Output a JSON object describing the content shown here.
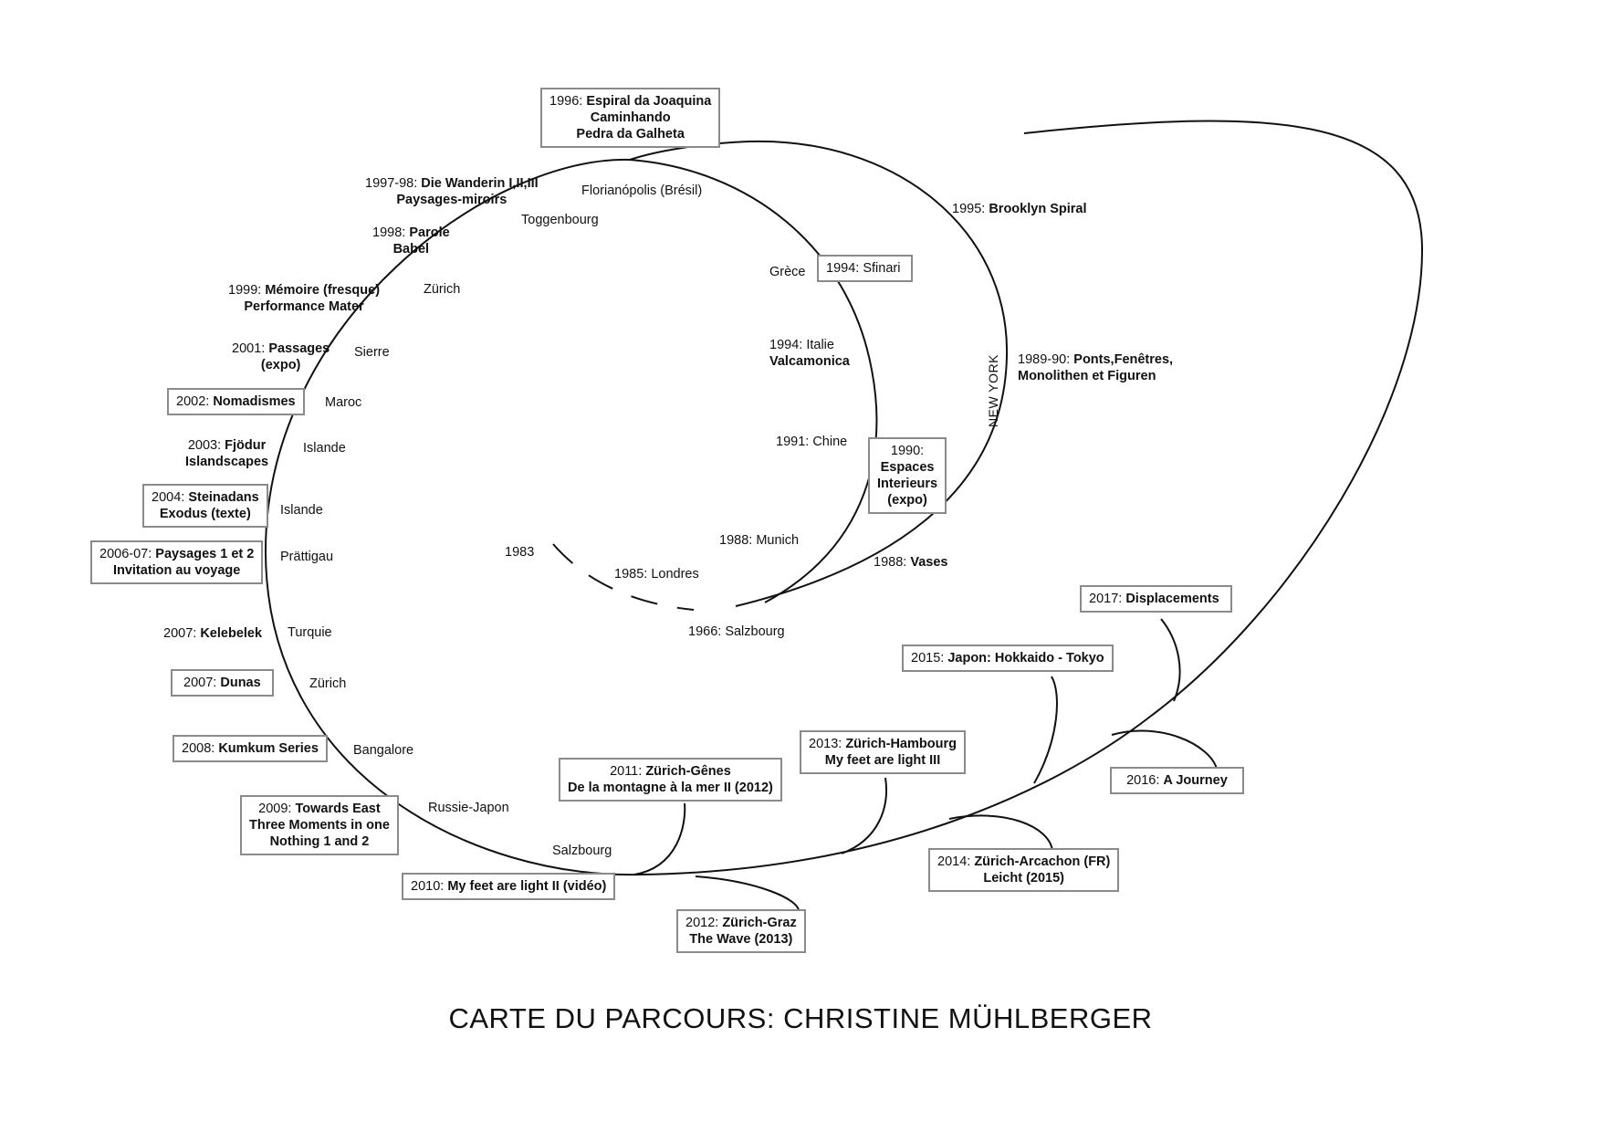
{
  "title": "CARTE DU PARCOURS: CHRISTINE MÜHLBERGER",
  "year_1983": "1983",
  "new_york": "NEW YORK",
  "places": {
    "florianopolis": "Florianópolis (Brésil)",
    "toggenbourg": "Toggenbourg",
    "zurich_1": "Zürich",
    "sierre": "Sierre",
    "maroc": "Maroc",
    "islande_1": "Islande",
    "islande_2": "Islande",
    "prattigau": "Prättigau",
    "turquie": "Turquie",
    "zurich_2": "Zürich",
    "bangalore": "Bangalore",
    "russie_japon": "Russie-Japon",
    "salzbourg_2010": "Salzbourg",
    "grece": "Grèce",
    "londres": "1985: Londres",
    "munich": "1988: Munich",
    "salzbourg_1966": "1966: Salzbourg",
    "chine": "1991: Chine"
  },
  "labels": {
    "l1996": {
      "year": "1996:",
      "t1": "Espiral da Joaquina",
      "t2": "Caminhando",
      "t3": "Pedra da Galheta"
    },
    "l1997": {
      "year": "1997-98:",
      "t1": "Die Wanderin I,II,III",
      "t2": "Paysages-miroirs"
    },
    "l1998": {
      "year": "1998:",
      "t1": "Parole",
      "t2": "Babel"
    },
    "l1999": {
      "year": "1999:",
      "t1": "Mémoire (fresque)",
      "t2": "Performance Mater"
    },
    "l2001": {
      "year": "2001:",
      "t1": "Passages",
      "t2": "(expo)"
    },
    "l2002": {
      "year": "2002:",
      "t1": "Nomadismes"
    },
    "l2003": {
      "year": "2003:",
      "t1": "Fjödur",
      "t2": "Islandscapes"
    },
    "l2004": {
      "year": "2004:",
      "t1": "Steinadans",
      "t2": "Exodus (texte)"
    },
    "l2006": {
      "year": "2006-07:",
      "t1": "Paysages 1 et 2",
      "t2": "Invitation au voyage"
    },
    "l2007a": {
      "year": "2007:",
      "t1": "Kelebelek"
    },
    "l2007b": {
      "year": "2007:",
      "t1": "Dunas"
    },
    "l2008": {
      "year": "2008:",
      "t1": "Kumkum Series"
    },
    "l2009": {
      "year": "2009:",
      "t1": "Towards East",
      "t2": "Three Moments in one",
      "t3": "Nothing 1 and 2"
    },
    "l2010": {
      "year": "2010:",
      "t1": "My feet are light II (vidéo)"
    },
    "l2011": {
      "year": "2011:",
      "t1": "Zürich-Gênes",
      "t2": "De la montagne à la mer II (2012)"
    },
    "l2012": {
      "year": "2012:",
      "t1": "Zürich-Graz",
      "t2": "The Wave (2013)"
    },
    "l2013": {
      "year": "2013:",
      "t1": "Zürich-Hambourg",
      "t2": "My feet are light III"
    },
    "l2014": {
      "year": "2014:",
      "t1": "Zürich-Arcachon (FR)",
      "t2": "Leicht (2015)"
    },
    "l2015": {
      "year": "2015:",
      "t1": "Japon: Hokkaido - Tokyo"
    },
    "l2016": {
      "year": "2016:",
      "t1": "A Journey"
    },
    "l2017": {
      "year": "2017:",
      "t1": "Displacements"
    },
    "l1995": {
      "year": "1995:",
      "t1": "Brooklyn Spiral"
    },
    "l1994a": {
      "year": "1994:",
      "t1": "Sfinari"
    },
    "l1994b": {
      "year": "1994:",
      "t0": "Italie",
      "t1": "Valcamonica"
    },
    "l1989": {
      "year": "1989-90:",
      "t1": "Ponts,Fenêtres,",
      "t2": "Monolithen et Figuren"
    },
    "l1990": {
      "year": "1990:",
      "t1": "Espaces",
      "t2": "Interieurs",
      "t3": "(expo)"
    },
    "l1988": {
      "year": "1988:",
      "t1": "Vases"
    }
  }
}
